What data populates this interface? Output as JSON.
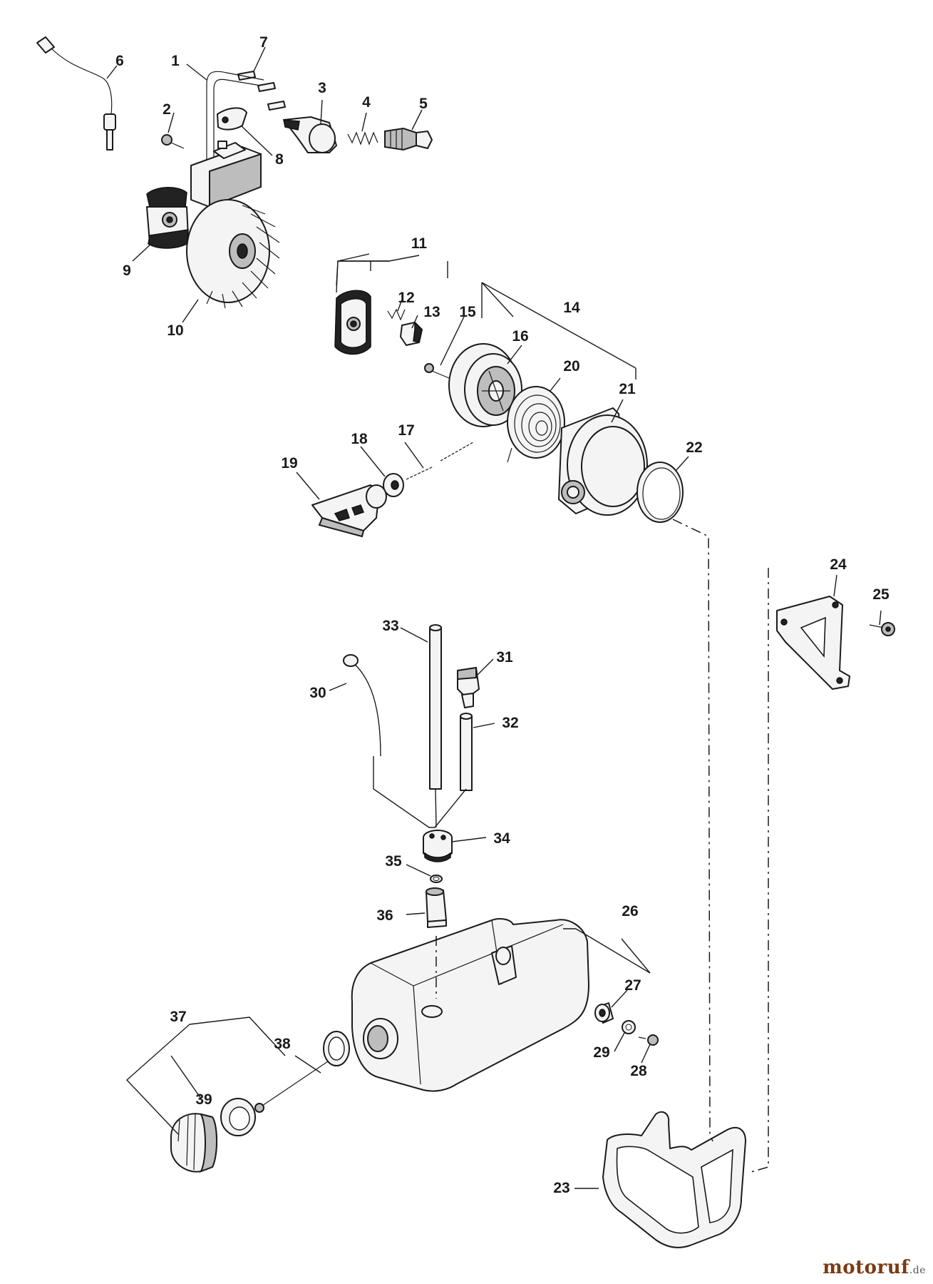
{
  "callouts": [
    "1",
    "2",
    "3",
    "4",
    "5",
    "6",
    "7",
    "8",
    "9",
    "10",
    "11",
    "12",
    "13",
    "14",
    "15",
    "16",
    "17",
    "18",
    "19",
    "20",
    "21",
    "22",
    "23",
    "24",
    "25",
    "26",
    "27",
    "28",
    "29",
    "30",
    "31",
    "32",
    "33",
    "34",
    "35",
    "36",
    "37",
    "38",
    "39"
  ],
  "watermark": {
    "name": "motoruf",
    "tld": ".de"
  }
}
